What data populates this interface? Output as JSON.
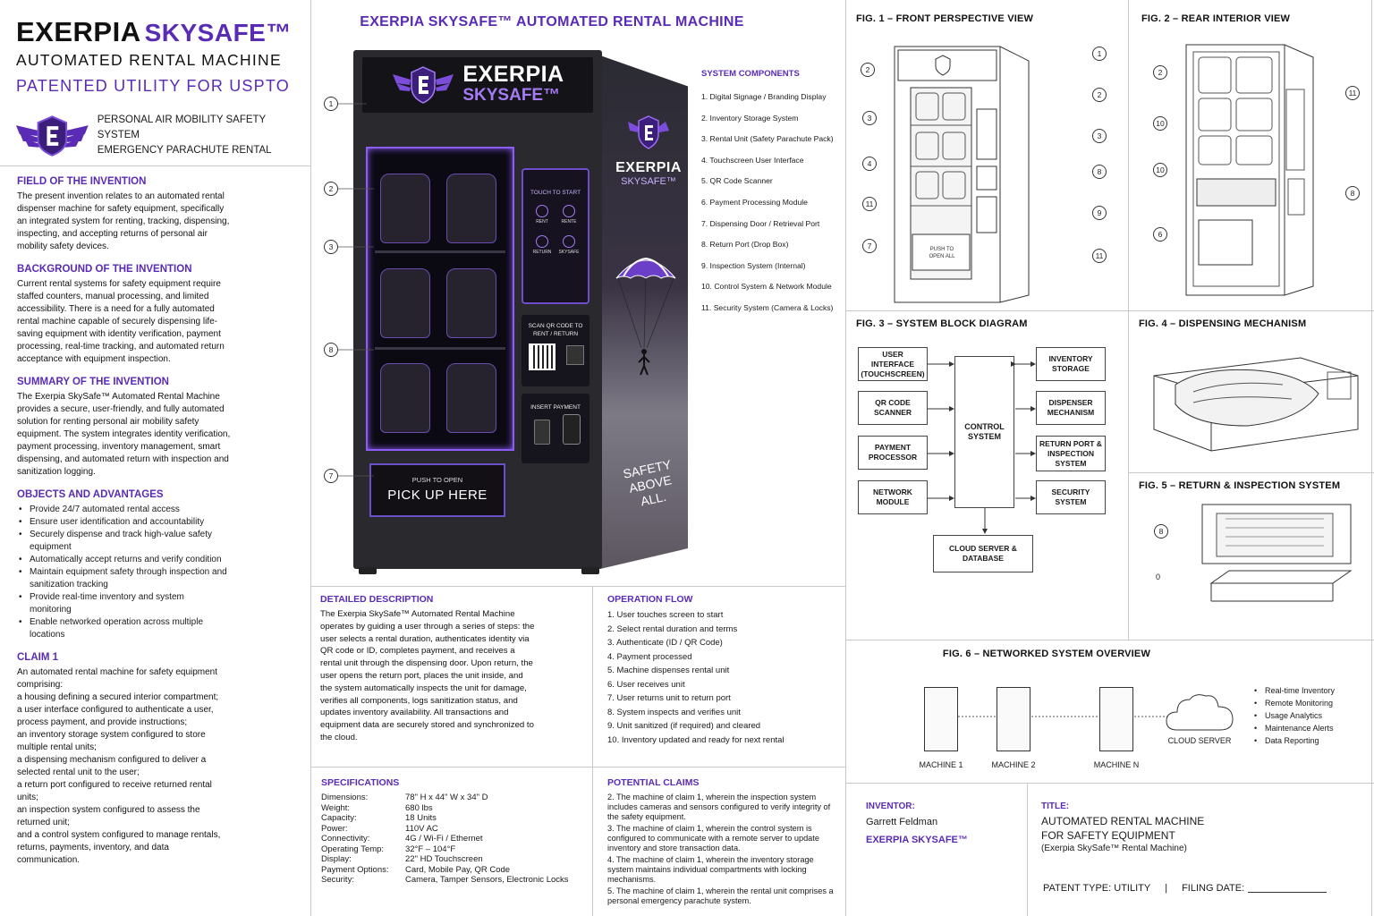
{
  "header": {
    "brand_main": "EXERPIA",
    "brand_accent": "SKYSAFE™",
    "subtitle": "AUTOMATED RENTAL MACHINE",
    "patent_line": "PATENTED UTILITY FOR USPTO",
    "tagline_1": "PERSONAL AIR MOBILITY SAFETY SYSTEM",
    "tagline_2": "EMERGENCY PARACHUTE RENTAL"
  },
  "left": {
    "field_title": "FIELD OF THE INVENTION",
    "field_text": "The present invention relates to an automated rental dispenser machine for safety equipment, specifically an integrated system for renting, tracking, dispensing, inspecting, and accepting returns of personal air mobility safety devices.",
    "background_title": "BACKGROUND OF THE INVENTION",
    "background_text": "Current rental systems for safety equipment require staffed counters, manual processing, and limited accessibility. There is a need for a fully automated rental machine capable of securely dispensing life-saving equipment with identity verification, payment processing, real-time tracking, and automated return acceptance with equipment inspection.",
    "summary_title": "SUMMARY OF THE INVENTION",
    "summary_text": "The Exerpia SkySafe™ Automated Rental Machine provides a secure, user-friendly, and fully automated solution for renting personal air mobility safety equipment. The system integrates identity verification, payment processing, inventory management, smart dispensing, and automated return with inspection and sanitization logging.",
    "objects_title": "OBJECTS AND ADVANTAGES",
    "objects": [
      "Provide 24/7 automated rental access",
      "Ensure user identification and accountability",
      "Securely dispense and track high-value safety equipment",
      "Automatically accept returns and verify condition",
      "Maintain equipment safety through inspection and sanitization tracking",
      "Provide real-time inventory and system monitoring",
      "Enable networked operation across multiple locations"
    ],
    "claim_title": "CLAIM 1",
    "claim_lines": [
      "An automated rental machine for safety equipment comprising:",
      "a housing defining a secured interior compartment;",
      "a user interface configured to authenticate a user, process payment, and provide instructions;",
      "an inventory storage system configured to store multiple rental units;",
      "a dispensing mechanism configured to deliver a selected rental unit to the user;",
      "a return port configured to receive returned rental units;",
      "an inspection system configured to assess the returned unit;",
      "and a control system configured to manage rentals, returns, payments, inventory, and data communication."
    ]
  },
  "center": {
    "title": "EXERPIA SKYSAFE™ AUTOMATED RENTAL MACHINE",
    "machine": {
      "sign_main": "EXERPIA",
      "sign_accent": "SKYSAFE™",
      "side_main": "EXERPIA",
      "side_accent": "SKYSAFE™",
      "touch_label": "TOUCH TO START",
      "icon_labels": [
        "RENT",
        "RENTE",
        "RETURN",
        "SKYSAFE"
      ],
      "qr_label": "SCAN QR CODE TO RENT / RETURN",
      "payment_label": "INSERT PAYMENT",
      "door_small": "PUSH TO OPEN",
      "door_big": "PICK UP HERE",
      "slogan_1": "SAFETY",
      "slogan_2": "ABOVE ALL."
    },
    "callouts": [
      "1",
      "2",
      "3",
      "8",
      "7"
    ],
    "components_title": "SYSTEM COMPONENTS",
    "components": [
      "1.  Digital Signage / Branding Display",
      "2.  Inventory Storage System",
      "3.  Rental Unit (Safety Parachute Pack)",
      "4.  Touchscreen User Interface",
      "5.  QR Code Scanner",
      "6.  Payment Processing Module",
      "7.  Dispensing Door / Retrieval Port",
      "8.  Return Port (Drop Box)",
      "9.  Inspection System (Internal)",
      "10. Control System & Network Module",
      "11. Security System (Camera & Locks)"
    ]
  },
  "detailed": {
    "title": "DETAILED DESCRIPTION",
    "text": "The Exerpia SkySafe™ Automated Rental Machine operates by guiding a user through a series of steps: the user selects a rental duration, authenticates identity via QR code or ID, completes payment, and receives a rental unit through the dispensing door. Upon return, the user opens the return port, places the unit inside, and the system automatically inspects the unit for damage, verifies all components, logs sanitization status, and updates inventory availability. All transactions and equipment data are securely stored and synchronized to the cloud."
  },
  "operation": {
    "title": "OPERATION FLOW",
    "steps": [
      "1.  User touches screen to start",
      "2.  Select rental duration and terms",
      "3.  Authenticate (ID / QR Code)",
      "4.  Payment processed",
      "5.  Machine dispenses rental unit",
      "6.  User receives unit",
      "7.  User returns unit to return port",
      "8.  System inspects and verifies unit",
      "9.  Unit sanitized (if required) and cleared",
      "10. Inventory updated and ready for next rental"
    ]
  },
  "specs": {
    "title": "SPECIFICATIONS",
    "rows": [
      {
        "k": "Dimensions:",
        "v": "78\" H x 44\" W x 34\" D"
      },
      {
        "k": "Weight:",
        "v": "680 lbs"
      },
      {
        "k": "Capacity:",
        "v": "18 Units"
      },
      {
        "k": "Power:",
        "v": "110V AC"
      },
      {
        "k": "Connectivity:",
        "v": "4G / Wi-Fi / Ethernet"
      },
      {
        "k": "Operating Temp:",
        "v": "32°F – 104°F"
      },
      {
        "k": "Display:",
        "v": "22\" HD Touchscreen"
      },
      {
        "k": "Payment Options:",
        "v": "Card, Mobile Pay, QR Code"
      },
      {
        "k": "Security:",
        "v": "Camera, Tamper Sensors, Electronic Locks"
      }
    ]
  },
  "claims": {
    "title": "POTENTIAL CLAIMS",
    "items": [
      "2. The machine of claim 1, wherein the inspection system includes cameras and sensors configured to verify integrity of the safety equipment.",
      "3. The machine of claim 1, wherein the control system is configured to communicate with a remote server to update inventory and store transaction data.",
      "4. The machine of claim 1, wherein the inventory storage system maintains individual compartments with locking mechanisms.",
      "5. The machine of claim 1, wherein the rental unit comprises a personal emergency parachute system."
    ]
  },
  "figures": {
    "fig1": {
      "title": "FIG. 1 – FRONT PERSPECTIVE VIEW",
      "callouts_left": [
        "2",
        "3",
        "4",
        "11",
        "7"
      ],
      "callouts_right": [
        "1",
        "2",
        "3",
        "8",
        "9",
        "11"
      ],
      "door_text_1": "PUSH TO",
      "door_text_2": "OPEN ALL"
    },
    "fig2": {
      "title": "FIG. 2 – REAR INTERIOR VIEW",
      "callouts_left": [
        "2",
        "10",
        "10",
        "6"
      ],
      "callouts_right": [
        "11",
        "8"
      ]
    },
    "fig3": {
      "title": "FIG. 3 – SYSTEM BLOCK DIAGRAM",
      "left_boxes": [
        "USER INTERFACE (TOUCHSCREEN)",
        "QR CODE SCANNER",
        "PAYMENT PROCESSOR",
        "NETWORK MODULE"
      ],
      "center_box": "CONTROL SYSTEM",
      "right_boxes": [
        "INVENTORY STORAGE",
        "DISPENSER MECHANISM",
        "RETURN PORT & INSPECTION SYSTEM",
        "SECURITY SYSTEM"
      ],
      "bottom_box": "CLOUD SERVER & DATABASE"
    },
    "fig4": {
      "title": "FIG. 4 – DISPENSING MECHANISM"
    },
    "fig5": {
      "title": "FIG. 5 – RETURN & INSPECTION SYSTEM",
      "callouts": [
        "8",
        "0"
      ]
    },
    "fig6": {
      "title": "FIG. 6 – NETWORKED SYSTEM OVERVIEW",
      "machines": [
        "MACHINE 1",
        "MACHINE 2",
        "MACHINE N"
      ],
      "cloud": "CLOUD SERVER",
      "features": [
        "Real-time Inventory",
        "Remote Monitoring",
        "Usage Analytics",
        "Maintenance Alerts",
        "Data Reporting"
      ]
    }
  },
  "footer": {
    "inventor_label": "INVENTOR:",
    "inventor_name": "Garrett Feldman",
    "inventor_brand": "EXERPIA SKYSAFE™",
    "title_label": "TITLE:",
    "title_line1": "AUTOMATED RENTAL MACHINE",
    "title_line2": "FOR SAFETY EQUIPMENT",
    "title_line3": "(Exerpia SkySafe™ Rental Machine)",
    "patent_type": "PATENT TYPE: UTILITY",
    "separator": "|",
    "filing_date": "FILING DATE:"
  },
  "colors": {
    "accent": "#5a2bb5",
    "machine_body": "#2a2a2e",
    "glow": "#8b5cf6"
  }
}
